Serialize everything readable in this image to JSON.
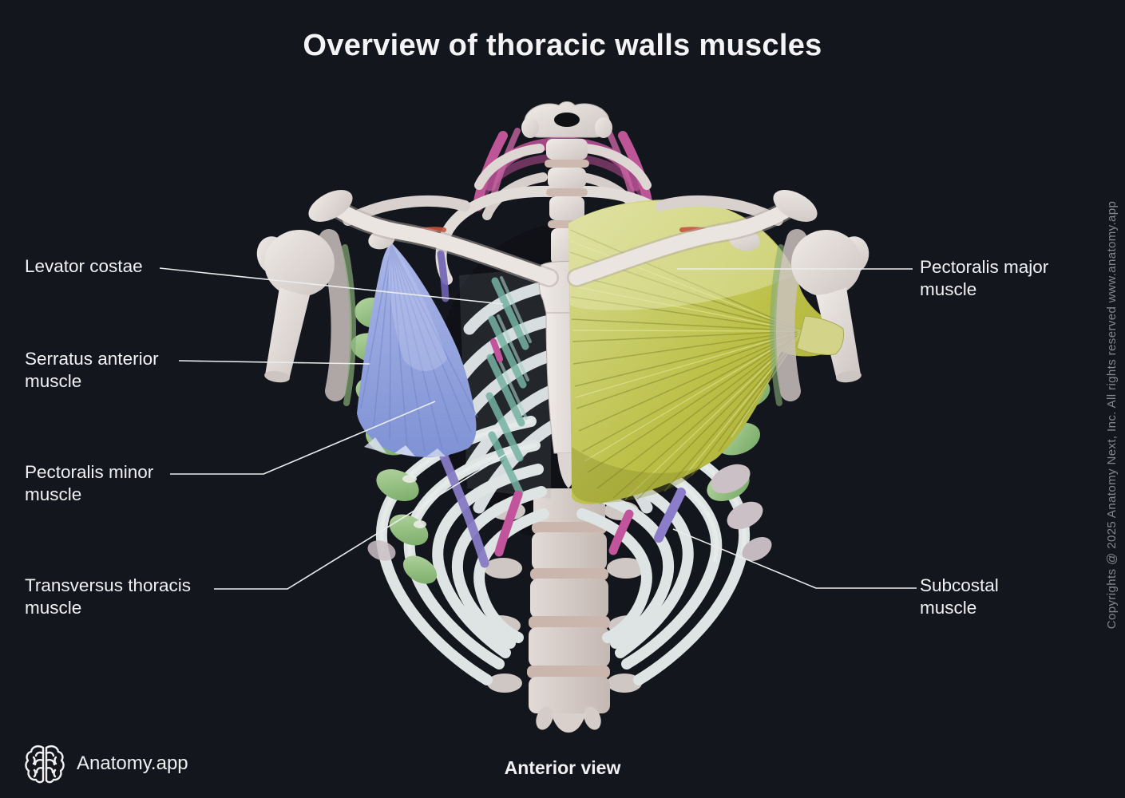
{
  "title": "Overview of thoracic walls muscles",
  "view_label": "Anterior view",
  "brand": {
    "name": "Anatomy.app",
    "logo_icon": "brain-icon"
  },
  "copyright": "Copyrights @ 2025 Anatomy Next, Inc. All rights reserved www.anatomy.app",
  "labels": {
    "left": [
      {
        "id": "levator-costae",
        "text": "Levator costae"
      },
      {
        "id": "serratus-anterior",
        "text": "Serratus anterior muscle"
      },
      {
        "id": "pectoralis-minor",
        "text": "Pectoralis minor muscle"
      },
      {
        "id": "transversus-thoracis",
        "text": "Transversus thoracis muscle"
      }
    ],
    "right": [
      {
        "id": "pectoralis-major",
        "text": "Pectoralis major muscle"
      },
      {
        "id": "subcostal",
        "text": "Subcostal muscle"
      }
    ]
  },
  "colors": {
    "background": "#14161d",
    "label_text": "#f1f1f4",
    "leader_line": "#ebecee",
    "copyright_text": "#83868f",
    "muscle_pectoralis_major": "#b5b93a",
    "muscle_pectoralis_minor": "#8fa0db",
    "muscle_serratus_anterior": "#8cbd7d",
    "muscle_scalenes_pink": "#bd5597",
    "muscle_intercostal_teal": "#76b2a2",
    "muscle_subcostal_purple": "#8b7dc9",
    "bone": "#e5e0dd"
  }
}
